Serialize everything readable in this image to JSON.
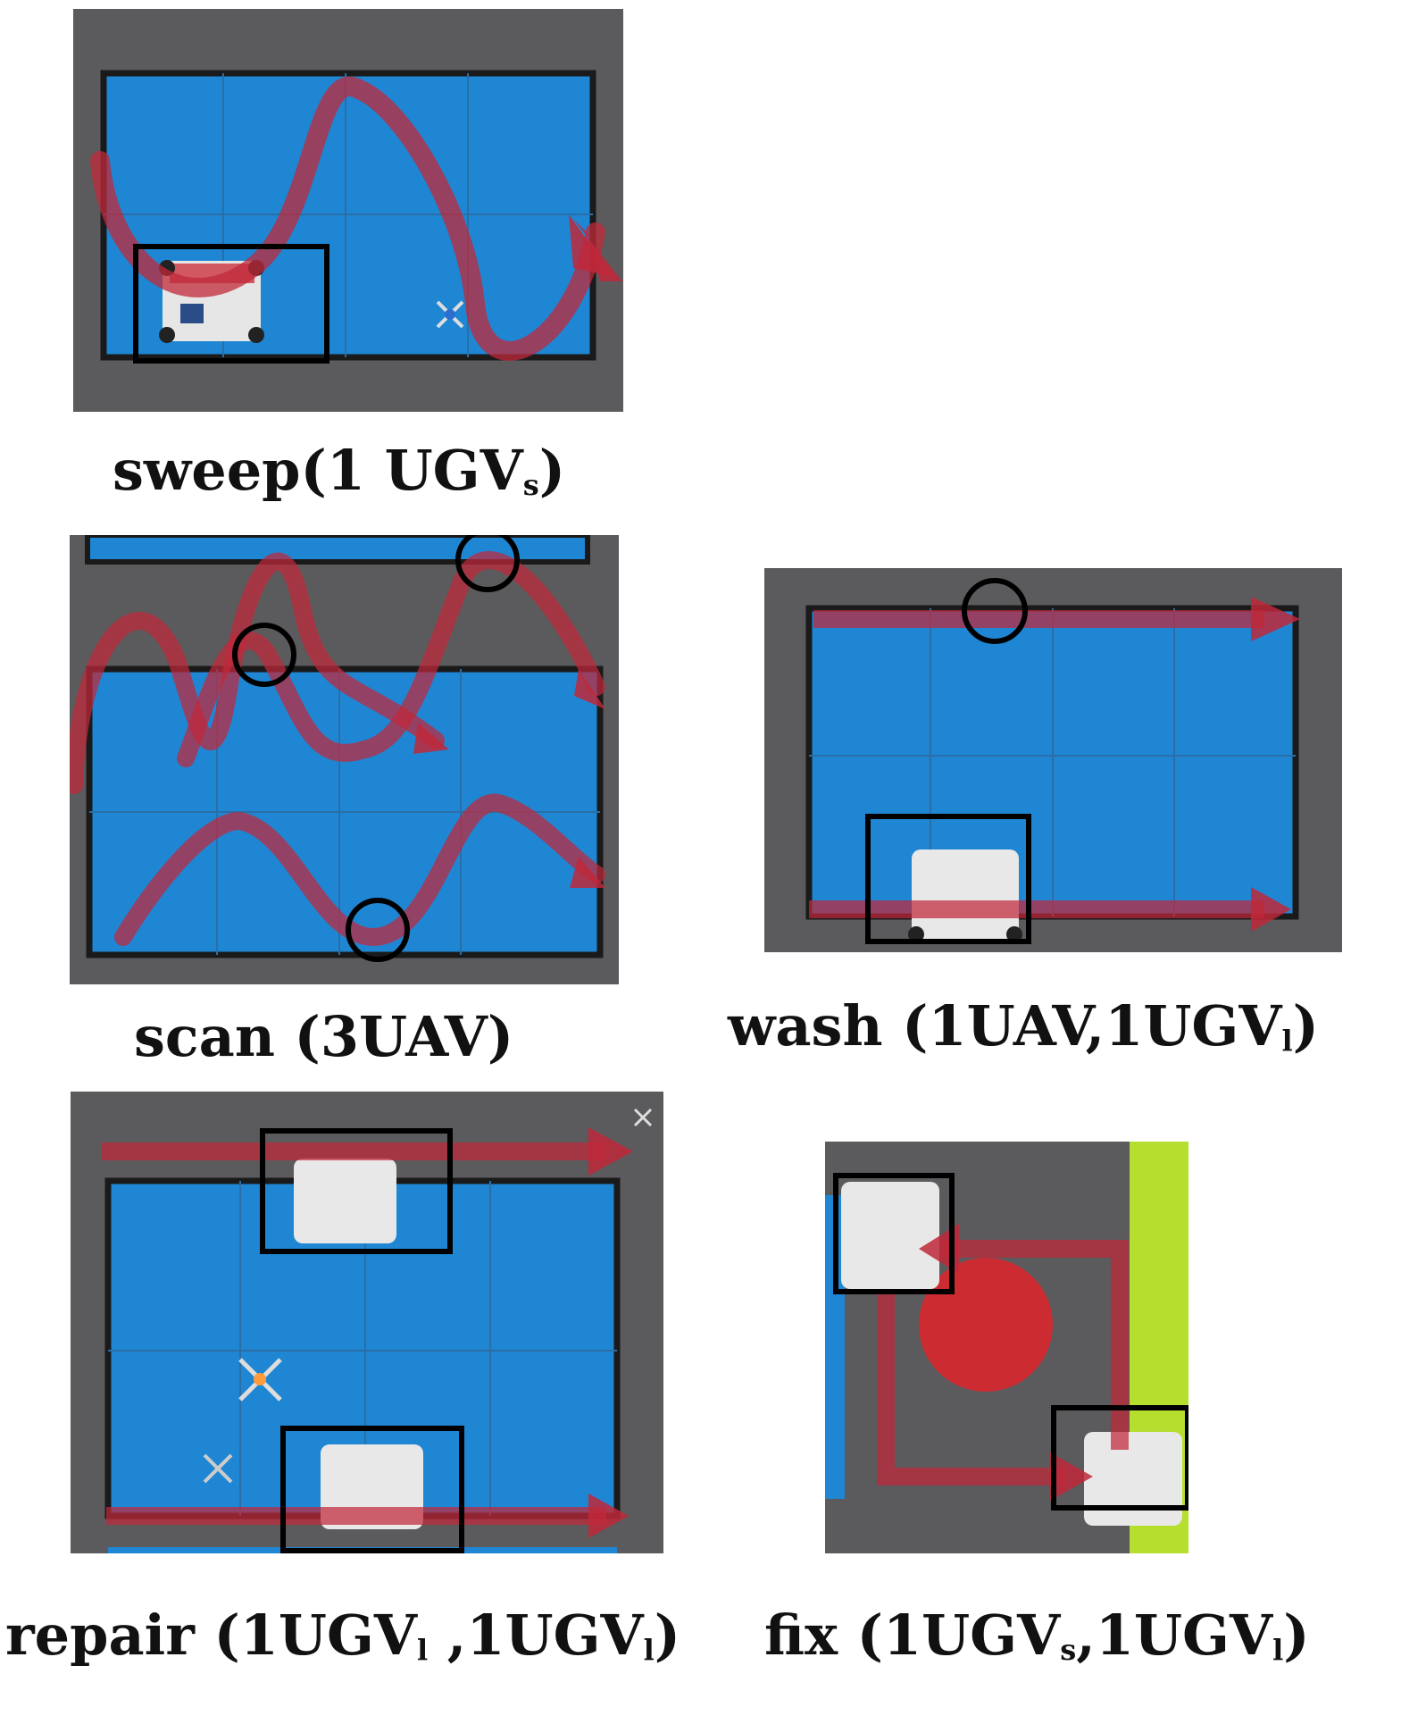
{
  "colors": {
    "floor": "#5a5a5c",
    "mat": "#1f86d3",
    "mat_grid": "#2a6fa8",
    "border": "#1c1c1c",
    "path": "#c0283a",
    "box": "#000000",
    "robot": "#e9e9e9",
    "green_strip": "#b6de2e",
    "target_disc": "#d9262e"
  },
  "panels": [
    {
      "id": "sweep",
      "caption": {
        "main": "sweep(1 UGV",
        "sub": "s",
        "tail": ")"
      }
    },
    {
      "id": "scan",
      "caption": {
        "main": "scan (3UAV)"
      }
    },
    {
      "id": "wash",
      "caption": {
        "main": "wash (1UAV,1UGV",
        "sub": "l",
        "tail": ")"
      }
    },
    {
      "id": "repair",
      "caption": {
        "main": "repair (1UGV",
        "sub": "l",
        "mid": " ,1UGV",
        "sub2": "l",
        "tail": ")"
      }
    },
    {
      "id": "fix",
      "caption": {
        "main": "fix (1UGV",
        "sub": "s",
        "mid": ",1UGV",
        "sub2": "l",
        "tail": ")"
      }
    }
  ]
}
